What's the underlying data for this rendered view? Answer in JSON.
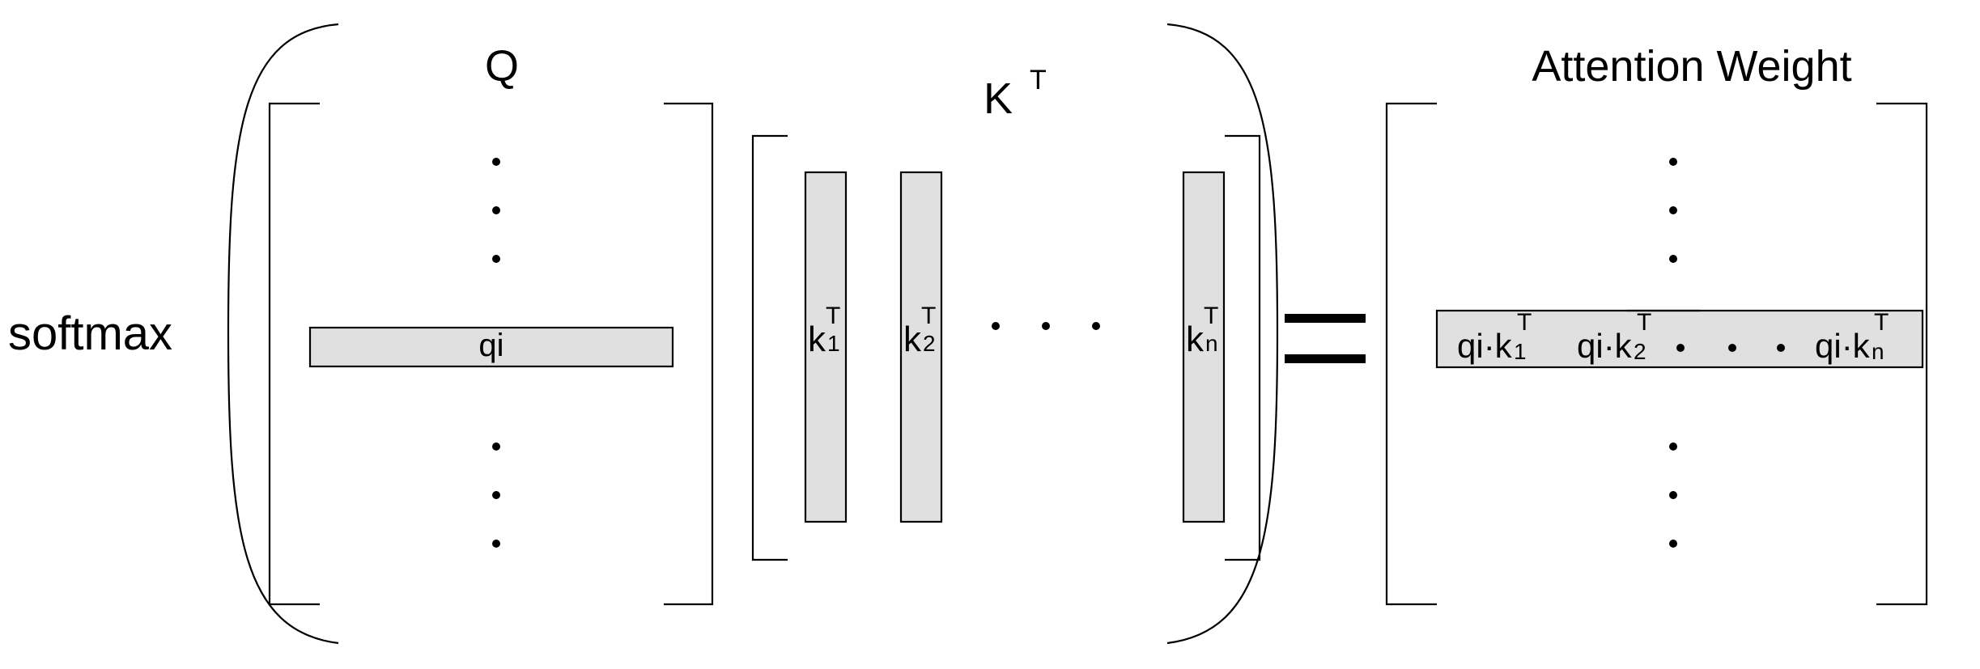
{
  "diagram": {
    "softmax_label": "softmax",
    "q_label": "Q",
    "k_label": "K",
    "k_superscript": "T",
    "aw_label": "Attention Weight",
    "q_row_label": "qi",
    "k_columns": [
      {
        "base": "k",
        "sub": "1",
        "sup": "T"
      },
      {
        "base": "k",
        "sub": "2",
        "sup": "T"
      },
      {
        "base": "k",
        "sub": "n",
        "sup": "T"
      }
    ],
    "aw_terms": [
      {
        "base": "qi·k",
        "sub": "1",
        "sup": "T"
      },
      {
        "base": "qi·k",
        "sub": "2",
        "sup": "T"
      },
      {
        "base": "qi·k",
        "sub": "n",
        "sup": "T"
      }
    ],
    "colors": {
      "fill": "#e0e0e0",
      "stroke": "#000000",
      "background": "#ffffff"
    }
  }
}
